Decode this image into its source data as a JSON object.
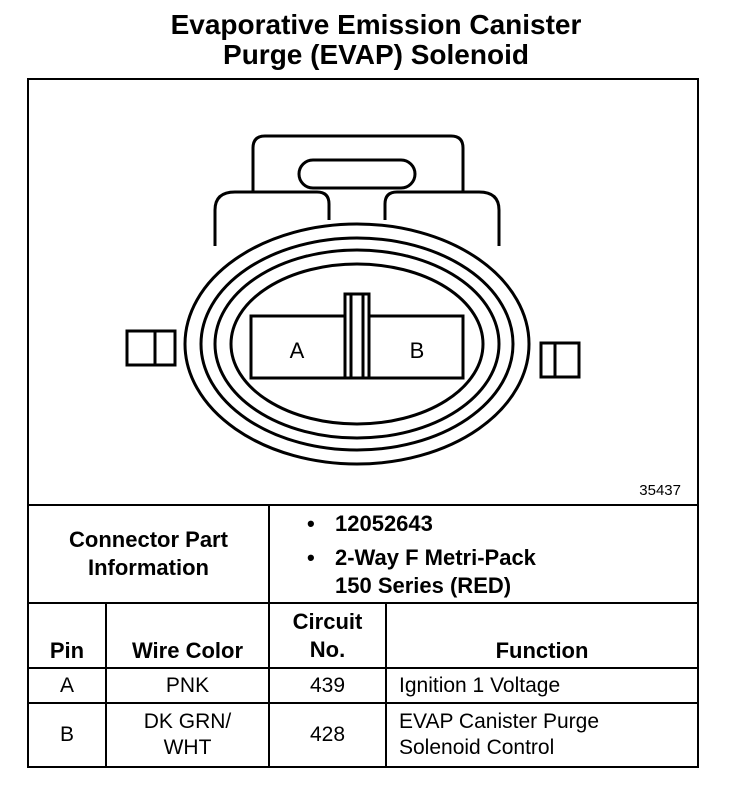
{
  "title": {
    "line1": "Evaporative Emission Canister",
    "line2": "Purge (EVAP) Solenoid"
  },
  "figure": {
    "number": "35437",
    "pin_a": "A",
    "pin_b": "B"
  },
  "connector_info": {
    "label_line1": "Connector Part",
    "label_line2": "Information",
    "part_number": "12052643",
    "description_line1": "2-Way F Metri-Pack",
    "description_line2": "150 Series (RED)"
  },
  "table": {
    "headers": {
      "pin": "Pin",
      "wire_color": "Wire Color",
      "circuit_line1": "Circuit",
      "circuit_line2": "No.",
      "function": "Function"
    },
    "rows": [
      {
        "pin": "A",
        "wire_line1": "PNK",
        "wire_line2": "",
        "circuit": "439",
        "function_line1": "Ignition 1 Voltage",
        "function_line2": ""
      },
      {
        "pin": "B",
        "wire_line1": "DK GRN/",
        "wire_line2": "WHT",
        "circuit": "428",
        "function_line1": "EVAP Canister Purge",
        "function_line2": "Solenoid Control"
      }
    ]
  }
}
